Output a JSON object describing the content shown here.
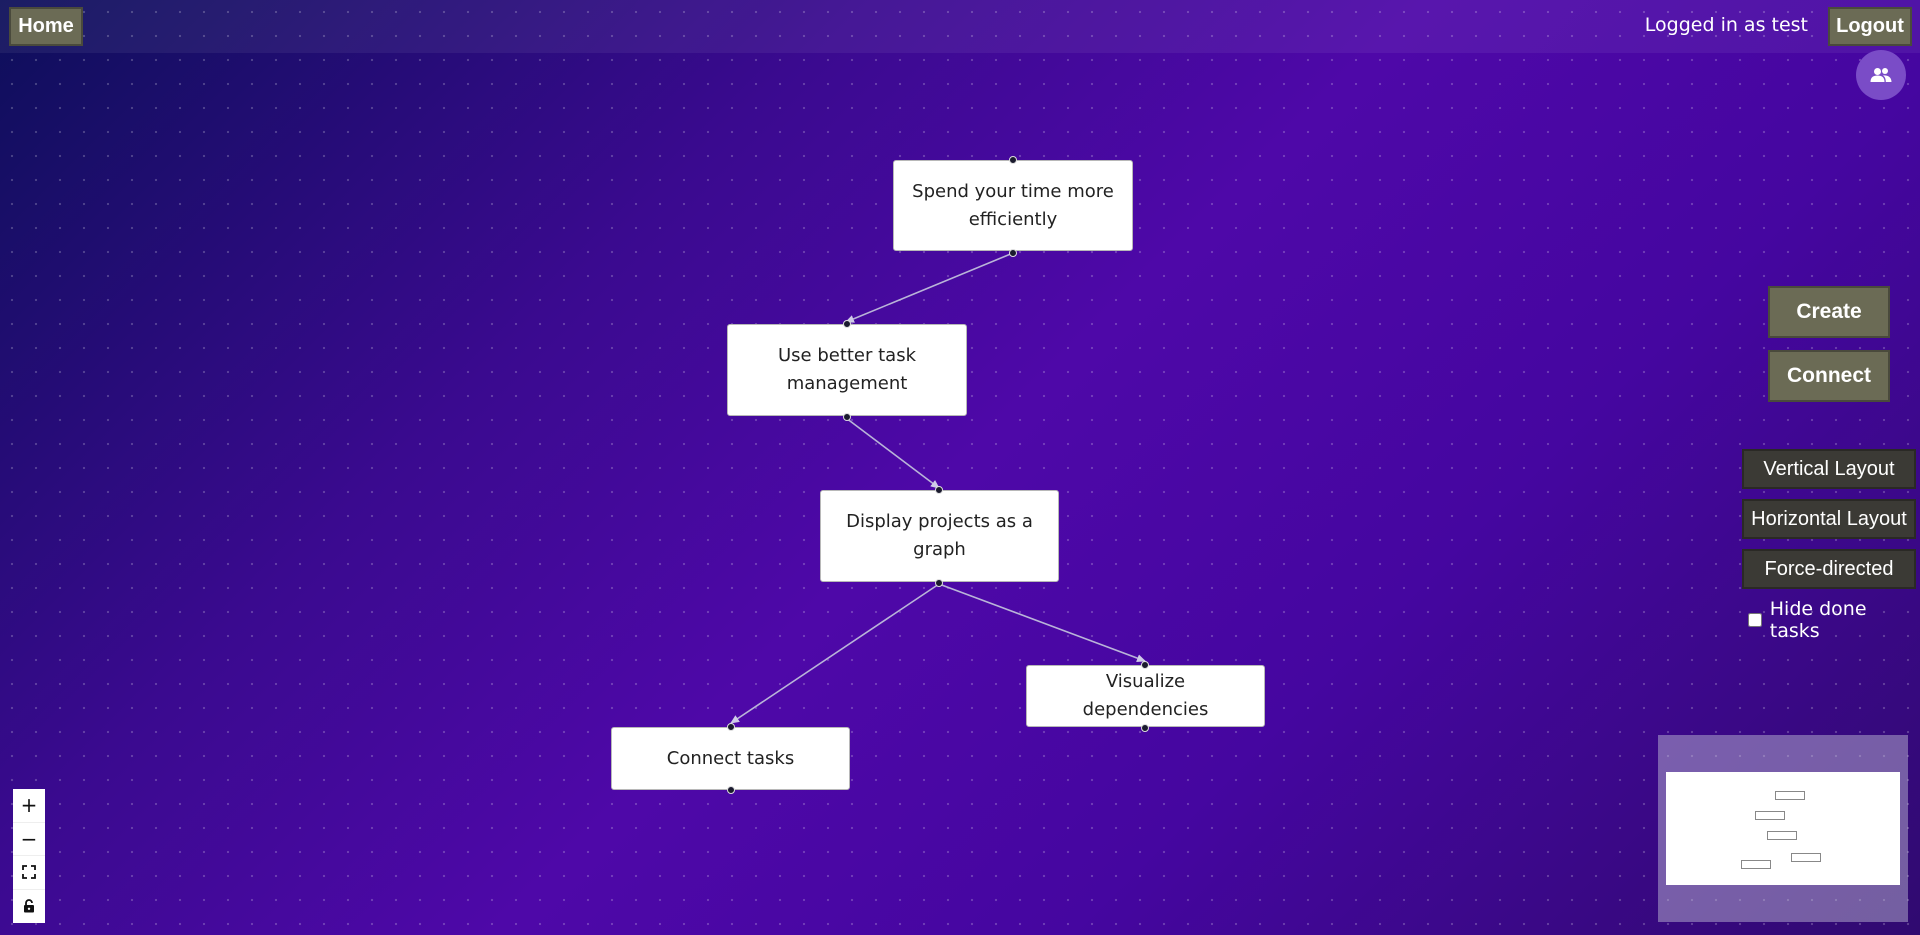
{
  "header": {
    "home_label": "Home",
    "user_label": "Logged in as test",
    "logout_label": "Logout"
  },
  "graph": {
    "nodes": [
      {
        "id": "n1",
        "label": "Spend your time more efficiently"
      },
      {
        "id": "n2",
        "label": "Use better task management"
      },
      {
        "id": "n3",
        "label": "Display projects as a graph"
      },
      {
        "id": "n4",
        "label": "Visualize dependencies"
      },
      {
        "id": "n5",
        "label": "Connect tasks"
      }
    ],
    "edges": [
      {
        "from": "n1",
        "to": "n2"
      },
      {
        "from": "n2",
        "to": "n3"
      },
      {
        "from": "n3",
        "to": "n4"
      },
      {
        "from": "n3",
        "to": "n5"
      }
    ]
  },
  "toolbar": {
    "create_label": "Create",
    "connect_label": "Connect",
    "vertical_label": "Vertical Layout",
    "horizontal_label": "Horizontal Layout",
    "force_label": "Force-directed",
    "hide_done_label": "Hide done tasks",
    "hide_done_checked": false
  },
  "zoom_controls": {
    "zoom_in_symbol": "+",
    "zoom_out_symbol": "−"
  },
  "icons": {
    "people": "people-icon",
    "fit_view": "fit-view-icon",
    "lock": "lock-icon"
  },
  "colors": {
    "button_olive": "#6b6b55",
    "button_dark": "#3b3a35",
    "people_button": "#7a4cc7",
    "edge": "#b9b4d8"
  }
}
